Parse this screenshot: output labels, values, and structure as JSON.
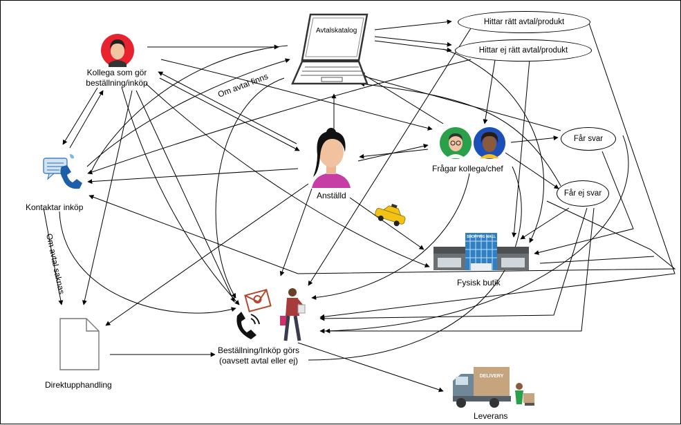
{
  "nodes": {
    "catalog": {
      "screen_text": "Avtalskatalog"
    },
    "colleague": {
      "label_line1": "Kollega som gör",
      "label_line2": "beställning/inköp"
    },
    "employee": {
      "label": "Anställd"
    },
    "contact": {
      "label": "Kontaktar inköp"
    },
    "ask": {
      "label": "Frågar kollega/chef"
    },
    "shop": {
      "label": "Fysisk butik",
      "sign": "SHOPPING MALL"
    },
    "direct": {
      "label": "Direktupphandling"
    },
    "order": {
      "label_line1": "Beställning/Inköp görs",
      "label_line2": "(oavsett avtal eller ej)"
    },
    "delivery": {
      "label": "Leverans",
      "truck_text": "DELIVERY"
    },
    "found": {
      "label": "Hittar rätt avtal/produkt"
    },
    "notfound": {
      "label": "Hittar ej rätt avtal/produkt"
    },
    "answer": {
      "label": "Får svar"
    },
    "noanswer": {
      "label": "Får ej svar"
    }
  },
  "edge_labels": {
    "if_exists": "Om avtal finns",
    "if_missing": "Om avtal saknas"
  },
  "colors": {
    "line": "#000000",
    "avatar_red": "#e8232f",
    "avatar_green": "#2aa04a",
    "avatar_blue": "#1d4fb8",
    "employee_top": "#c73da6",
    "taxi": "#f2c315",
    "truck": "#c5a47e"
  }
}
